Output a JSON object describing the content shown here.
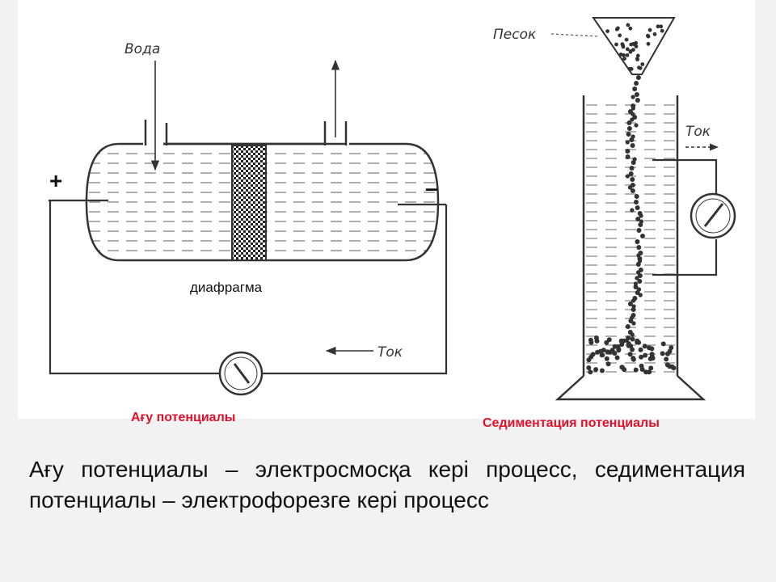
{
  "left_diagram": {
    "water_label": "Вода",
    "plus_sign": "+",
    "minus_sign": "–",
    "diaphragm_label": "диафрагма",
    "current_label": "Ток",
    "caption": "Ағу потенциалы"
  },
  "right_diagram": {
    "sand_label": "Песок",
    "current_label": "Ток",
    "caption": "Седиментация потенциалы"
  },
  "body_text": "Ағу потенциалы – электросмосқа кері процесс, седиментация потенциалы – электрофорезге кері процесс",
  "colors": {
    "caption": "#e0102a",
    "line": "#333333",
    "background": "#f2f2f2"
  }
}
